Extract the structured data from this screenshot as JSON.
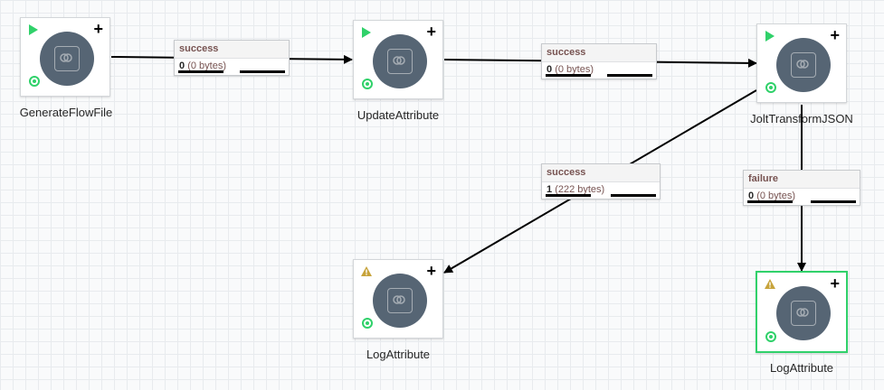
{
  "processors": {
    "generate": {
      "name": "GenerateFlowFile",
      "state": "running"
    },
    "update": {
      "name": "UpdateAttribute",
      "state": "running"
    },
    "jolt": {
      "name": "JoltTransformJSON",
      "state": "running"
    },
    "log1": {
      "name": "LogAttribute",
      "state": "invalid"
    },
    "log2": {
      "name": "LogAttribute",
      "state": "invalid",
      "selected": true
    }
  },
  "connections": {
    "c1": {
      "relationship": "success",
      "count": "0",
      "size": "(0 bytes)"
    },
    "c2": {
      "relationship": "success",
      "count": "0",
      "size": "(0 bytes)"
    },
    "c3": {
      "relationship": "success",
      "count": "1",
      "size": "(222 bytes)"
    },
    "c4": {
      "relationship": "failure",
      "count": "0",
      "size": "(0 bytes)"
    }
  },
  "colors": {
    "running": "#30d16a",
    "warning": "#c7a33b",
    "processor_icon": "#566574",
    "selection": "#30d16a"
  }
}
